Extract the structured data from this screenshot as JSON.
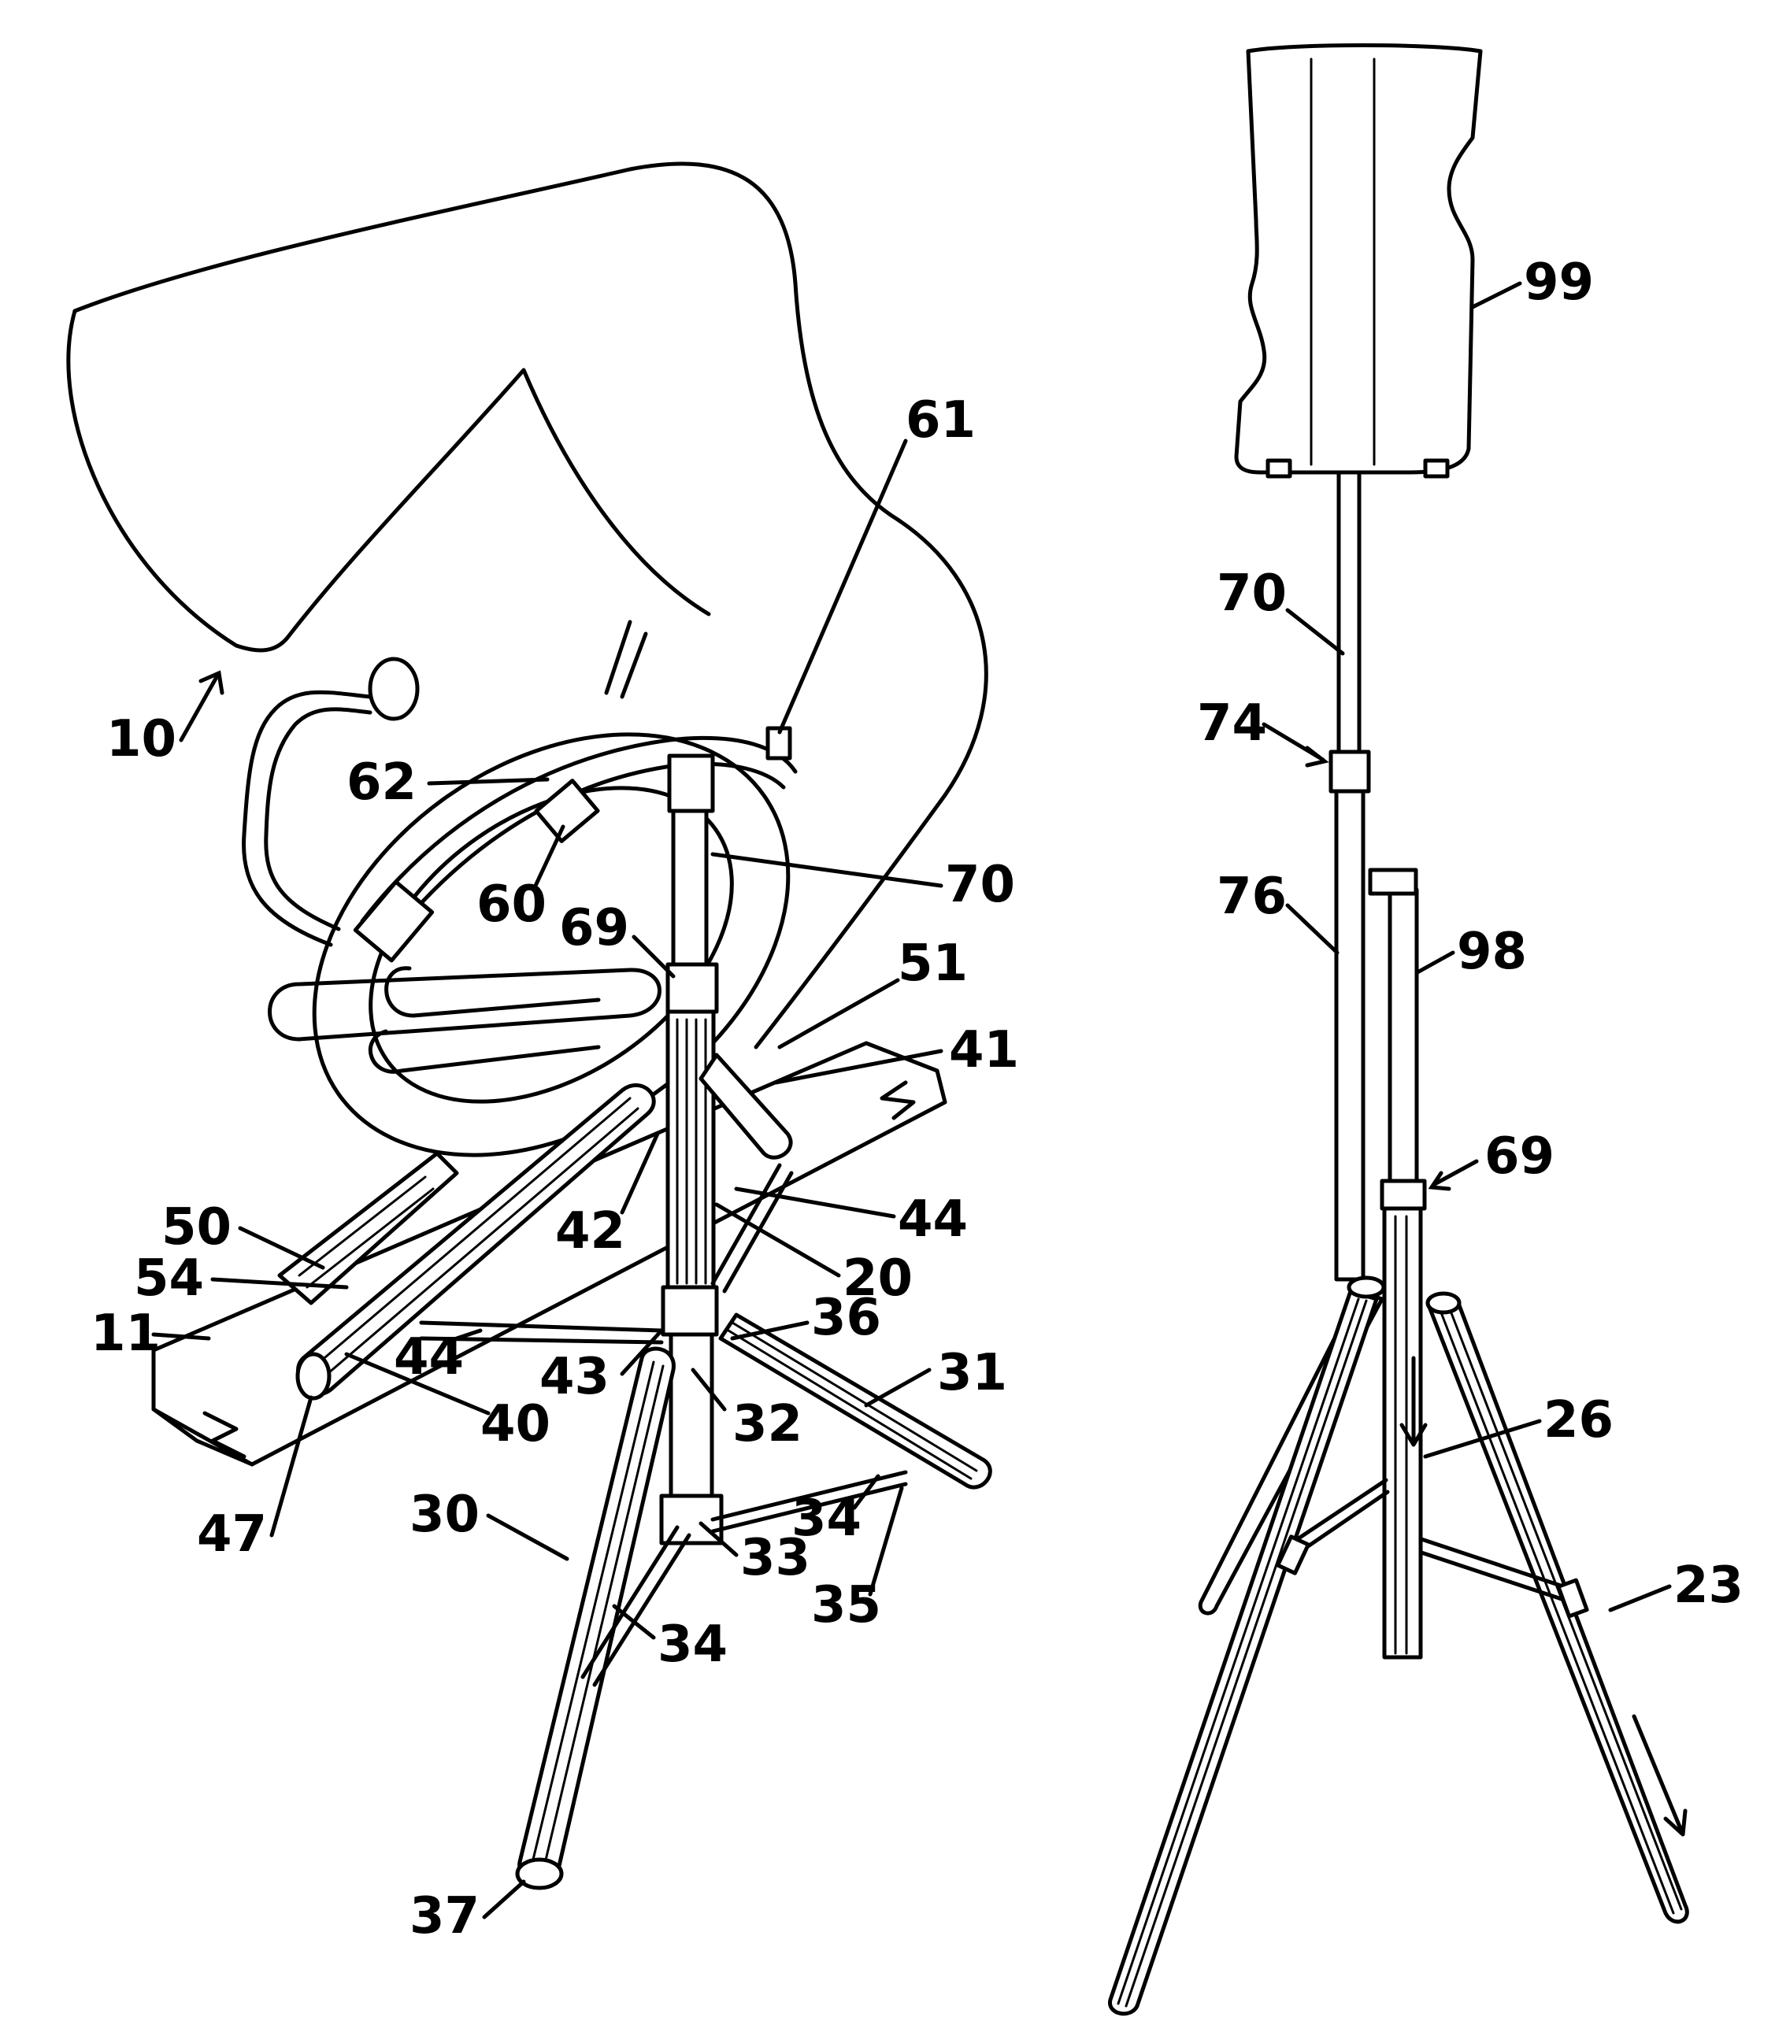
{
  "labels": {
    "fig_a": {
      "l10": "10",
      "l11": "11",
      "l20": "20",
      "l30": "30",
      "l31": "31",
      "l32": "32",
      "l33": "33",
      "l34a": "34",
      "l34b": "34",
      "l35": "35",
      "l36": "36",
      "l37": "37",
      "l40": "40",
      "l41": "41",
      "l42": "42",
      "l43": "43",
      "l44a": "44",
      "l44b": "44",
      "l47": "47",
      "l50": "50",
      "l51": "51",
      "l54": "54",
      "l60": "60",
      "l61": "61",
      "l62": "62",
      "l69": "69",
      "l70": "70"
    },
    "fig_b": {
      "l99": "99",
      "l70": "70",
      "l74": "74",
      "l76": "76",
      "l98": "98",
      "l69": "69",
      "l26": "26",
      "l23": "23"
    }
  }
}
